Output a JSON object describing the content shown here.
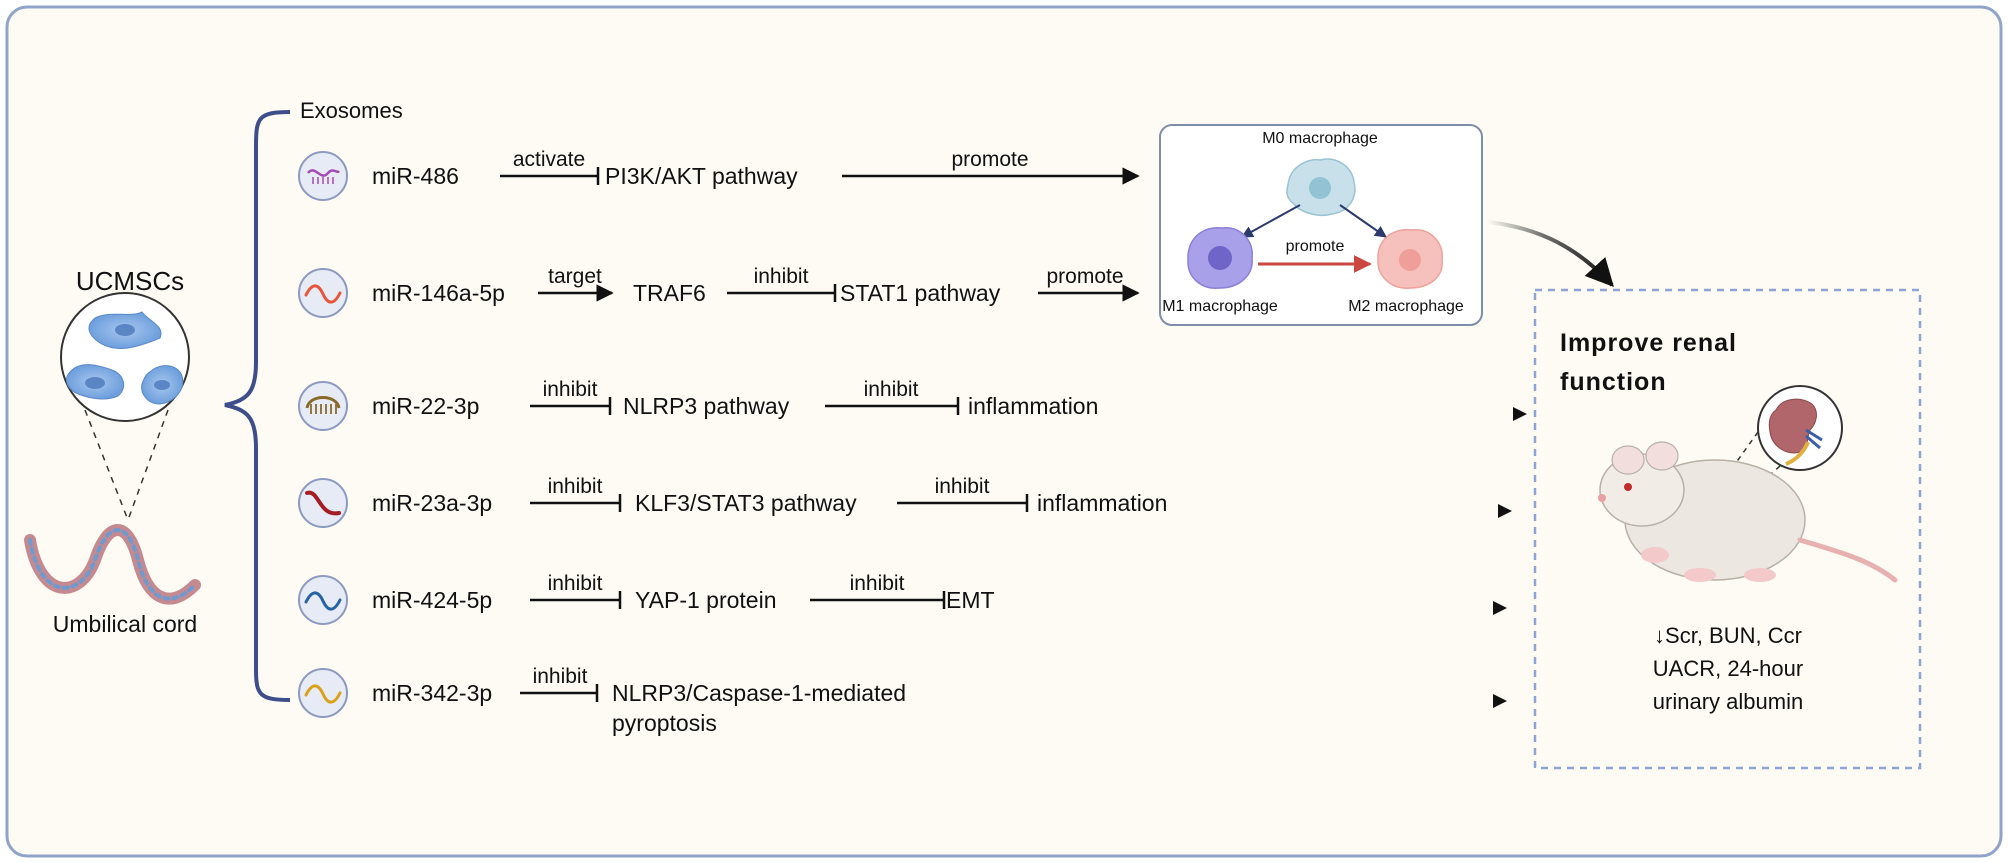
{
  "source": {
    "title": "UCMSCs",
    "cord_label": "Umbilical cord"
  },
  "exosomes_label": "Exosomes",
  "pathways": [
    {
      "mirna": "miR-486",
      "icon": "mirna-wavy-icon",
      "color": "#a24bb5",
      "steps": [
        {
          "label": "activate",
          "type": "inhibit"
        },
        {
          "node": "PI3K/AKT pathway"
        },
        {
          "label": "promote",
          "type": "arrow"
        }
      ]
    },
    {
      "mirna": "miR-146a-5p",
      "icon": "mirna-wave-icon",
      "color": "#e8553a",
      "steps": [
        {
          "label": "target",
          "type": "arrow"
        },
        {
          "node": "TRAF6"
        },
        {
          "label": "inhibit",
          "type": "inhibit"
        },
        {
          "node": "STAT1 pathway"
        },
        {
          "label": "promote",
          "type": "arrow"
        }
      ]
    },
    {
      "mirna": "miR-22-3p",
      "icon": "mirna-hairpin-icon",
      "color": "#8a6a2a",
      "steps": [
        {
          "label": "inhibit",
          "type": "inhibit"
        },
        {
          "node": "NLRP3 pathway"
        },
        {
          "label": "inhibit",
          "type": "inhibit"
        },
        {
          "node": "inflammation"
        }
      ]
    },
    {
      "mirna": "miR-23a-3p",
      "icon": "mirna-curve-icon",
      "color": "#a41d24",
      "steps": [
        {
          "label": "inhibit",
          "type": "inhibit"
        },
        {
          "node": "KLF3/STAT3 pathway"
        },
        {
          "label": "inhibit",
          "type": "inhibit"
        },
        {
          "node": "inflammation"
        }
      ]
    },
    {
      "mirna": "miR-424-5p",
      "icon": "mirna-wave-icon",
      "color": "#2563a6",
      "steps": [
        {
          "label": "inhibit",
          "type": "inhibit"
        },
        {
          "node": "YAP-1 protein"
        },
        {
          "label": "inhibit",
          "type": "inhibit"
        },
        {
          "node": "EMT"
        }
      ]
    },
    {
      "mirna": "miR-342-3p",
      "icon": "mirna-wave-icon",
      "color": "#d9a21a",
      "steps": [
        {
          "label": "inhibit",
          "type": "inhibit"
        },
        {
          "node": "NLRP3/Caspase-1-mediated"
        },
        {
          "node": "pyroptosis"
        }
      ]
    }
  ],
  "macrophage_box": {
    "m0": "M0 macrophage",
    "m1": "M1 macrophage",
    "m2": "M2 macrophage",
    "transition": "promote"
  },
  "outcome": {
    "title_line1": "Improve renal",
    "title_line2": "function",
    "metrics_line1": "↓Scr, BUN, Ccr",
    "metrics_line2": "UACR, 24-hour",
    "metrics_line3": "urinary albumin"
  },
  "colors": {
    "background": "#fdfbf3",
    "frame_border": "#8fa4c8",
    "brace": "#3d4e8a",
    "dashed_box": "#8ea3d6",
    "m0_cell": "#b9d6e3",
    "m1_cell": "#9a8fe0",
    "m2_cell": "#f3b1ad",
    "promote_arrow": "#c9473f"
  }
}
